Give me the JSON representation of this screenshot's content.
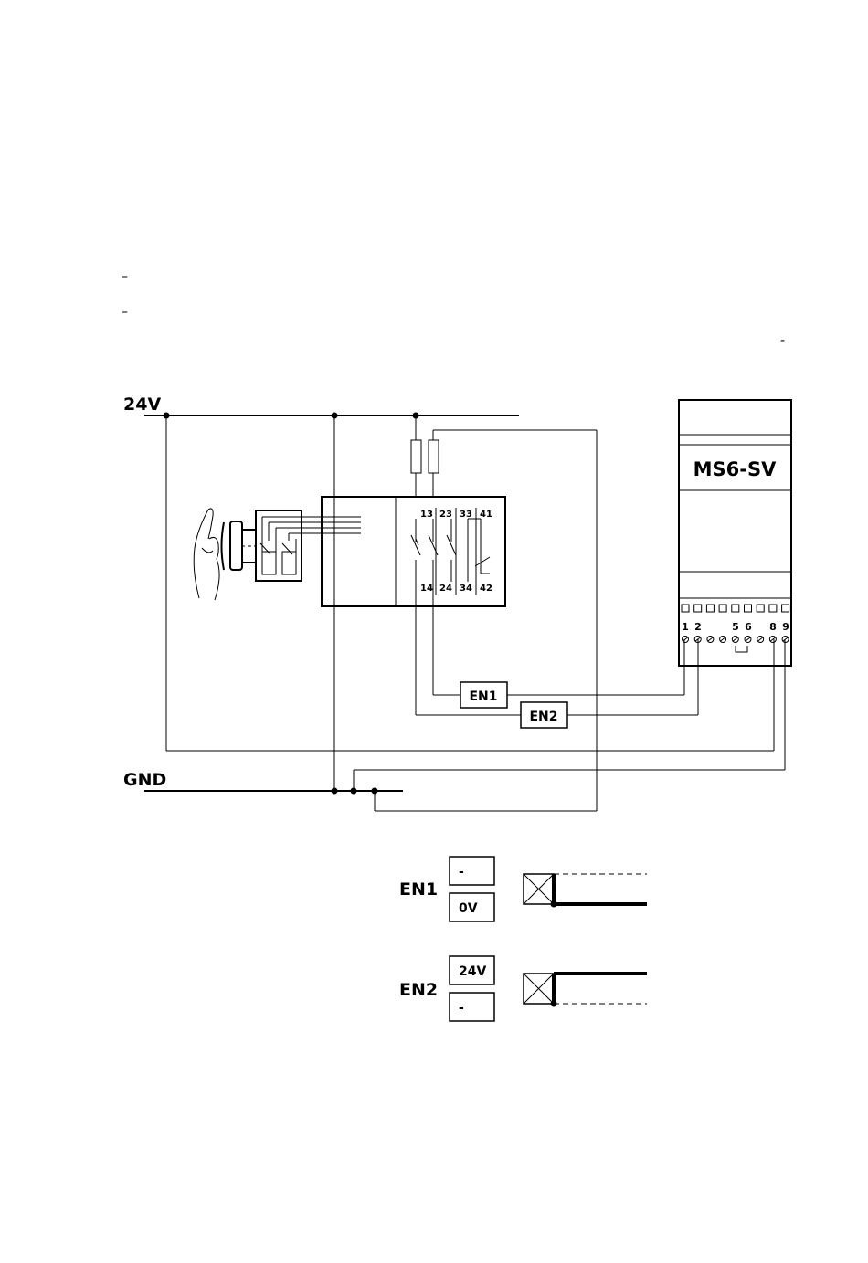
{
  "bullets": [
    "–",
    "–"
  ],
  "stray_dash": "-",
  "rails": {
    "supply_label": "24V",
    "ground_label": "GND"
  },
  "module": {
    "title": "MS6-SV",
    "terminal_numbers": [
      "1",
      "2",
      "5",
      "6",
      "8",
      "9"
    ]
  },
  "switch": {
    "contacts_top": [
      "13",
      "23",
      "33",
      "41"
    ],
    "contacts_bottom": [
      "14",
      "24",
      "34",
      "42"
    ]
  },
  "enable_boxes": [
    "EN1",
    "EN2"
  ],
  "legend": {
    "en1": {
      "label": "EN1",
      "top_box": "-",
      "bottom_box": "0V"
    },
    "en2": {
      "label": "EN2",
      "top_box": "24V",
      "bottom_box": "-"
    }
  }
}
